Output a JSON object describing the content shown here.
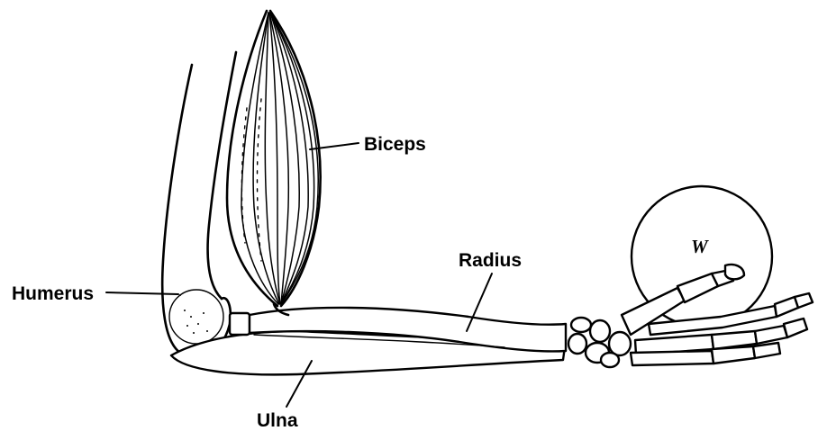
{
  "labels": {
    "biceps": "Biceps",
    "radius": "Radius",
    "humerus": "Humerus",
    "ulna": "Ulna",
    "weight": "W"
  },
  "colors": {
    "ink": "#000000",
    "background": "#ffffff"
  }
}
